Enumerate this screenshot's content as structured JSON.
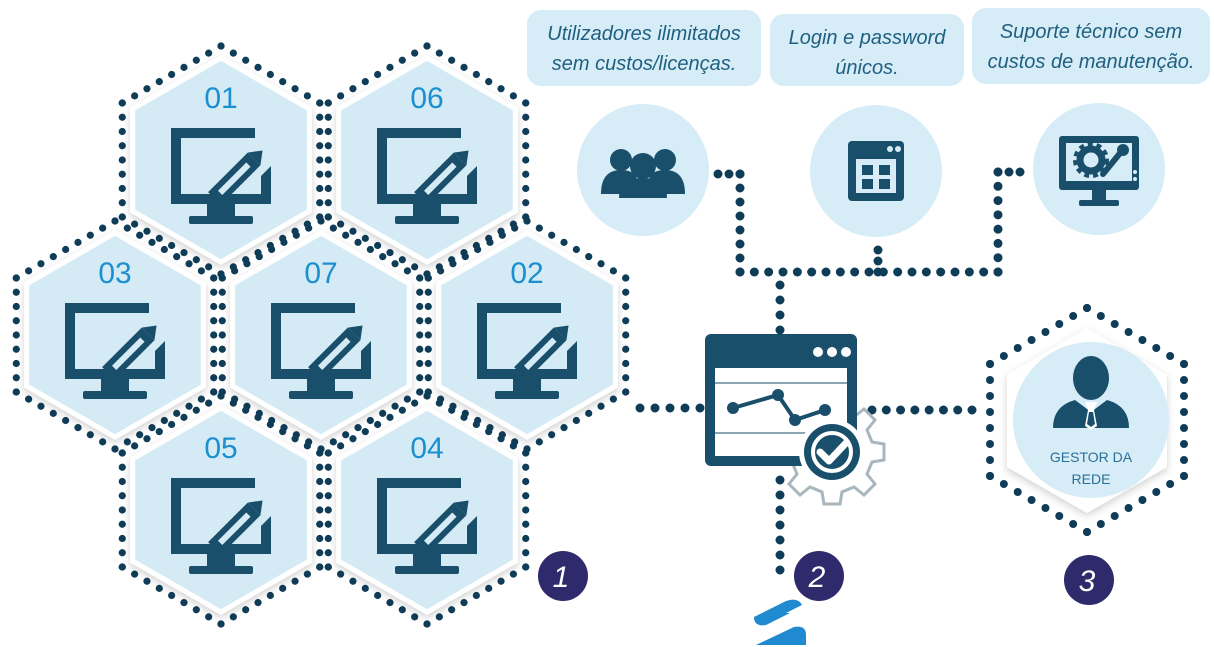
{
  "colors": {
    "dark": "#1a4f6c",
    "hex_fill": "#d4eaf5",
    "bubble_fill": "#d6ecf7",
    "dots": "#0f3c57",
    "number_text": "#1b8fd0",
    "badge": "#2f2a6b",
    "logo": "#1f8ad0"
  },
  "workstations": [
    {
      "label": "01",
      "icon": "monitor-pen-icon"
    },
    {
      "label": "06",
      "icon": "monitor-pen-icon"
    },
    {
      "label": "03",
      "icon": "monitor-pen-icon"
    },
    {
      "label": "07",
      "icon": "monitor-pen-icon"
    },
    {
      "label": "02",
      "icon": "monitor-pen-icon"
    },
    {
      "label": "05",
      "icon": "monitor-pen-icon"
    },
    {
      "label": "04",
      "icon": "monitor-pen-icon"
    }
  ],
  "features": [
    {
      "line1": "Utilizadores ilimitados",
      "line2": "sem custos/licenças.",
      "icon": "users-icon"
    },
    {
      "line1": "Login e password",
      "line2": "únicos.",
      "icon": "app-window-icon"
    },
    {
      "line1": "Suporte técnico sem",
      "line2": "custos de manutenção.",
      "icon": "monitor-tools-icon"
    }
  ],
  "server": {
    "icon": "dashboard-gear-check-icon"
  },
  "gestor": {
    "line1": "GESTOR DA",
    "line2": "REDE",
    "icon": "manager-user-icon"
  },
  "badges": [
    "1",
    "2",
    "3"
  ],
  "logo": {
    "icon": "brand-logo-icon"
  }
}
